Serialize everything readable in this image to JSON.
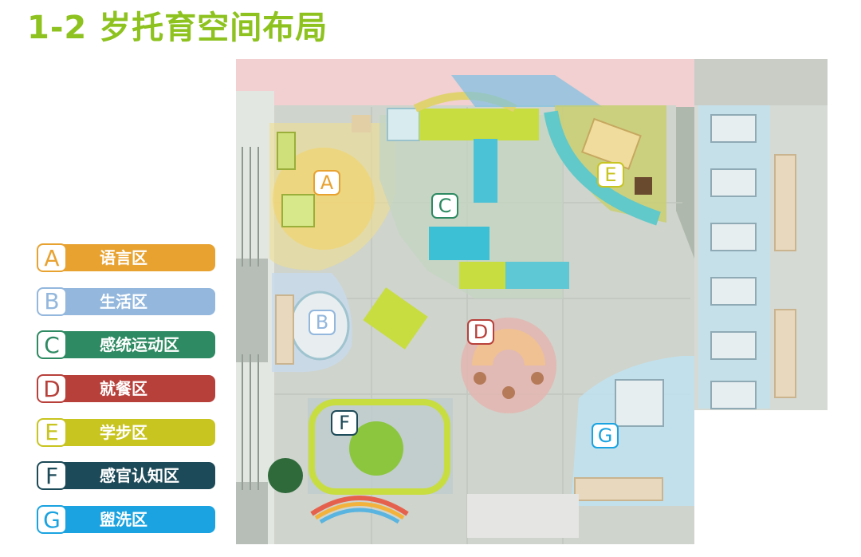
{
  "title": "1-2 岁托育空间布局",
  "legend": [
    {
      "letter": "A",
      "label": "语言区",
      "color": "#e8a230"
    },
    {
      "letter": "B",
      "label": "生活区",
      "color": "#93b7dd"
    },
    {
      "letter": "C",
      "label": "感统运动区",
      "color": "#2d8a62"
    },
    {
      "letter": "D",
      "label": "就餐区",
      "color": "#b8403b"
    },
    {
      "letter": "E",
      "label": "学步区",
      "color": "#c8c420"
    },
    {
      "letter": "F",
      "label": "感官认知区",
      "color": "#1d4a58"
    },
    {
      "letter": "G",
      "label": "盥洗区",
      "color": "#1aa3e0"
    }
  ],
  "zone_labels": {
    "a": "A",
    "b": "B",
    "c": "C",
    "d": "D",
    "e": "E",
    "f": "F",
    "g": "G"
  }
}
